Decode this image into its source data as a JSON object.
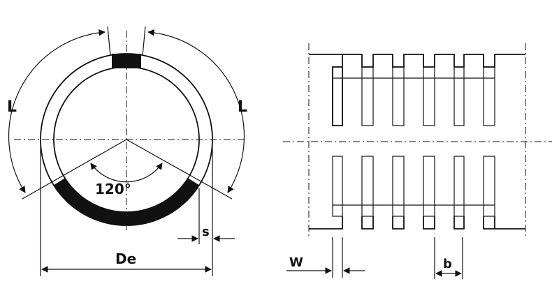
{
  "labels": {
    "arc_length_left": "L",
    "arc_length_right": "L",
    "angle": "120°",
    "gap": "s",
    "diameter": "De",
    "width": "W",
    "pitch": "b"
  },
  "colors": {
    "ink": "#111111",
    "background": "#ffffff"
  }
}
